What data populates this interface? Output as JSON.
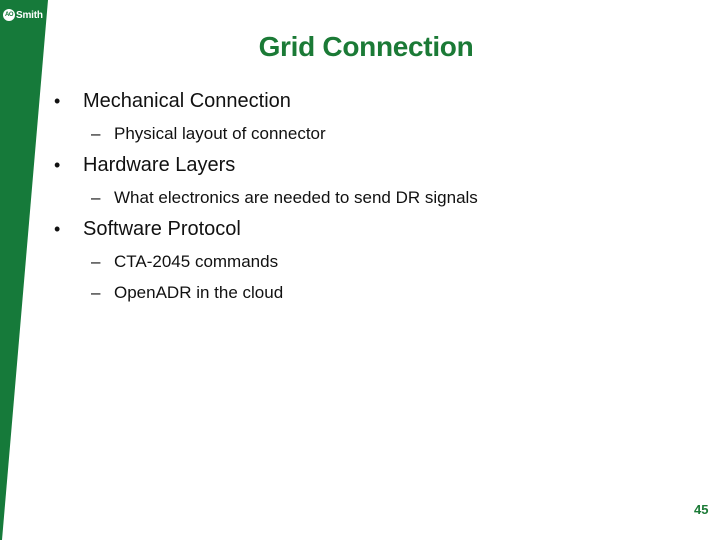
{
  "slide": {
    "title": "Grid Connection",
    "page_number": "45",
    "logo": {
      "mark": "AO",
      "text": "Smith"
    },
    "colors": {
      "brand_green": "#167a3a",
      "title_green": "#1b7a36",
      "text": "#111111"
    },
    "bullets": [
      {
        "label": "Mechanical Connection",
        "sub": [
          "Physical layout of connector"
        ]
      },
      {
        "label": "Hardware Layers",
        "sub": [
          "What electronics are needed to send DR signals"
        ]
      },
      {
        "label": "Software Protocol",
        "sub": [
          "CTA-2045 commands",
          "OpenADR in the cloud"
        ]
      }
    ],
    "bullet_glyph": "•",
    "sub_glyph": "–"
  }
}
